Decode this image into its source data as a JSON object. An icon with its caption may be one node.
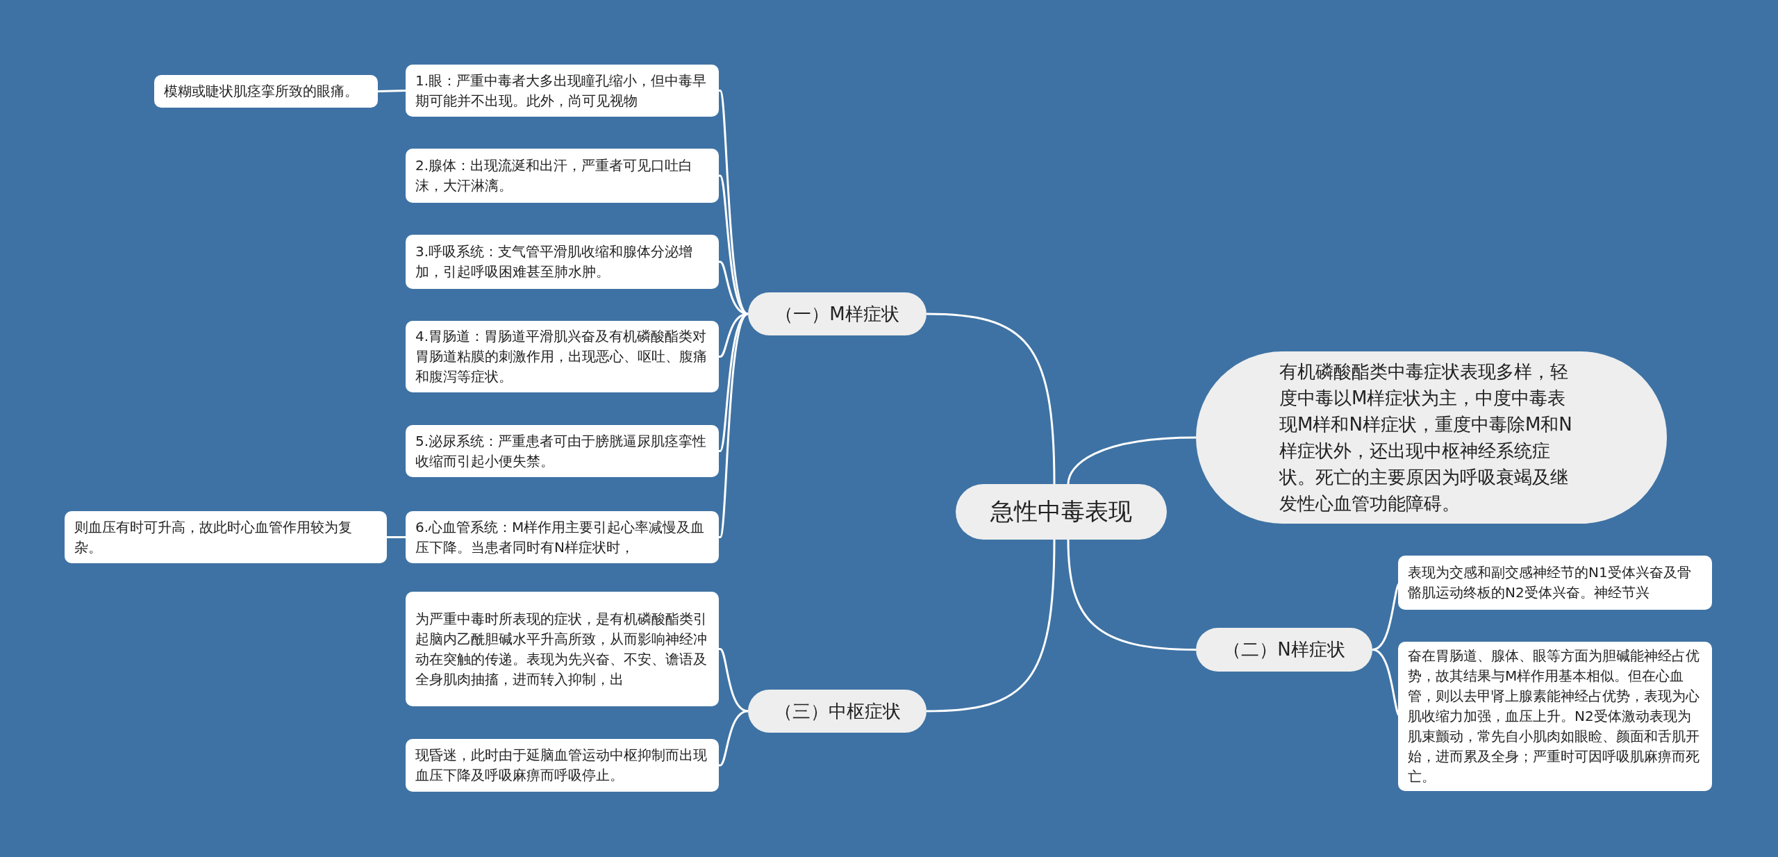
{
  "diagram": {
    "nodes": [
      {
        "text": [
          "急性中毒表现"
        ]
      },
      {
        "text": [
          "（一）M样症状"
        ]
      },
      {
        "text": [
          "有机磷酸酯类中毒症状表现多样，轻度中毒以M样症状为主，中度中毒表现M样和N样症状，重度中毒除M和N样症状外，还出现中枢神经系统症状。死亡的主要原因为呼吸衰竭及继发性心血管功能障碍。"
        ]
      },
      {
        "text": [
          "（二）N样症状"
        ]
      },
      {
        "text": [
          "（三）中枢症状"
        ]
      },
      {
        "text": [
          "1.眼：严重中毒者大多出现瞳孔缩小，但中毒早期可能并不出现。此外，尚可见视物"
        ]
      },
      {
        "text": [
          "2.腺体：出现流涎和出汗，严重者可见口吐白沫，大汗淋漓。"
        ]
      },
      {
        "text": [
          "3.呼吸系统：支气管平滑肌收缩和腺体分泌增加，引起呼吸困难甚至肺水肿。"
        ]
      },
      {
        "text": [
          "4.胃肠道：胃肠道平滑肌兴奋及有机磷酸酯类对胃肠道粘膜的刺激作用，出现恶心、呕吐、腹痛和腹泻等症状。"
        ]
      },
      {
        "text": [
          "5.泌尿系统：严重患者可由于膀胱逼尿肌痉挛性收缩而引起小便失禁。"
        ]
      },
      {
        "text": [
          "6.心血管系统：M样作用主要引起心率减慢及血压下降。当患者同时有N样症状时，"
        ]
      },
      {
        "text": [
          "模糊或睫状肌痉挛所致的眼痛。"
        ]
      },
      {
        "text": [
          "则血压有时可升高，故此时心血管作用较为复杂。"
        ]
      },
      {
        "text": [
          "表现为交感和副交感神经节的N1受体兴奋及骨骼肌运动终板的N2受体兴奋。神经节兴"
        ]
      },
      {
        "text": [
          "奋在胃肠道、腺体、眼等方面为胆碱能神经占优势，故其结果与M样作用基本相似。但在心血管，则以去甲肾上腺素能神经占优势，表现为心肌收缩力加强，血压上升。N2受体激动表现为肌束颤动，常先自小肌肉如眼睑、颜面和舌肌开始，进而累及全身；严重时可因呼吸肌麻痹而死亡。"
        ]
      },
      {
        "text": [
          "为严重中毒时所表现的症状，是有机磷酸酯类引起脑内乙酰胆碱水平升高所致，从而影响神经冲动在突触的传递。表现为先兴奋、不安、谵语及全身肌肉抽搐，进而转入抑制，出"
        ]
      },
      {
        "text": [
          "现昏迷，此时由于延脑血管运动中枢抑制而出现血压下降及呼吸麻痹而呼吸停止。"
        ]
      }
    ],
    "edges": [
      {
        "from": 0,
        "to": 1,
        "arrow": "none"
      },
      {
        "from": 0,
        "to": 2,
        "arrow": "none"
      },
      {
        "from": 0,
        "to": 3,
        "arrow": "none"
      },
      {
        "from": 0,
        "to": 4,
        "arrow": "none"
      },
      {
        "from": 1,
        "to": 5,
        "arrow": "none"
      },
      {
        "from": 1,
        "to": 6,
        "arrow": "none"
      },
      {
        "from": 1,
        "to": 7,
        "arrow": "none"
      },
      {
        "from": 1,
        "to": 8,
        "arrow": "none"
      },
      {
        "from": 1,
        "to": 9,
        "arrow": "none"
      },
      {
        "from": 1,
        "to": 10,
        "arrow": "none"
      },
      {
        "from": 5,
        "to": 11,
        "arrow": "none"
      },
      {
        "from": 10,
        "to": 12,
        "arrow": "none"
      },
      {
        "from": 3,
        "to": 13,
        "arrow": "none"
      },
      {
        "from": 3,
        "to": 14,
        "arrow": "none"
      },
      {
        "from": 4,
        "to": 15,
        "arrow": "none"
      },
      {
        "from": 4,
        "to": 16,
        "arrow": "none"
      }
    ]
  }
}
